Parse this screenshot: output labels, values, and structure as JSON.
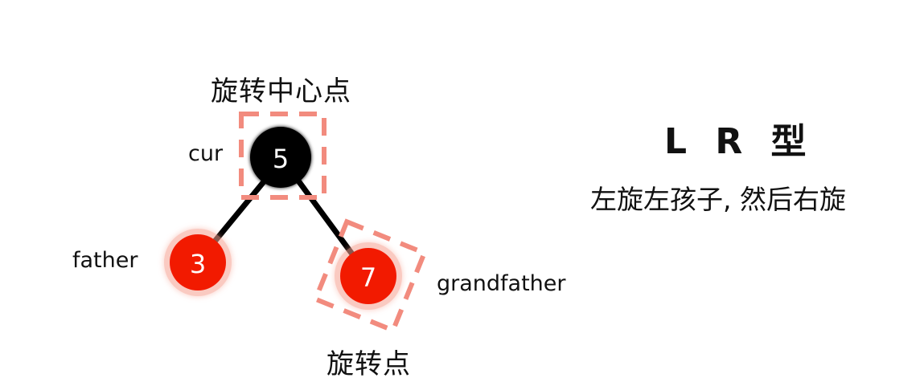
{
  "diagram": {
    "title": "L R 型",
    "subtitle": "左旋左孩子, 然后右旋",
    "labels": {
      "rotation_center": "旋转中心点",
      "rotation_point": "旋转点",
      "cur": "cur",
      "father": "father",
      "grandfather": "grandfather"
    },
    "nodes": [
      {
        "id": "cur",
        "value": "5",
        "color": "#000000"
      },
      {
        "id": "father",
        "value": "3",
        "color": "#f21a00"
      },
      {
        "id": "grandfather",
        "value": "7",
        "color": "#f21a00"
      }
    ],
    "edges": [
      {
        "from": "5",
        "to": "3"
      },
      {
        "from": "5",
        "to": "7"
      }
    ],
    "colors": {
      "highlight_dash": "#f28b7e",
      "red_node": "#f21a00",
      "black_node": "#000000"
    }
  }
}
